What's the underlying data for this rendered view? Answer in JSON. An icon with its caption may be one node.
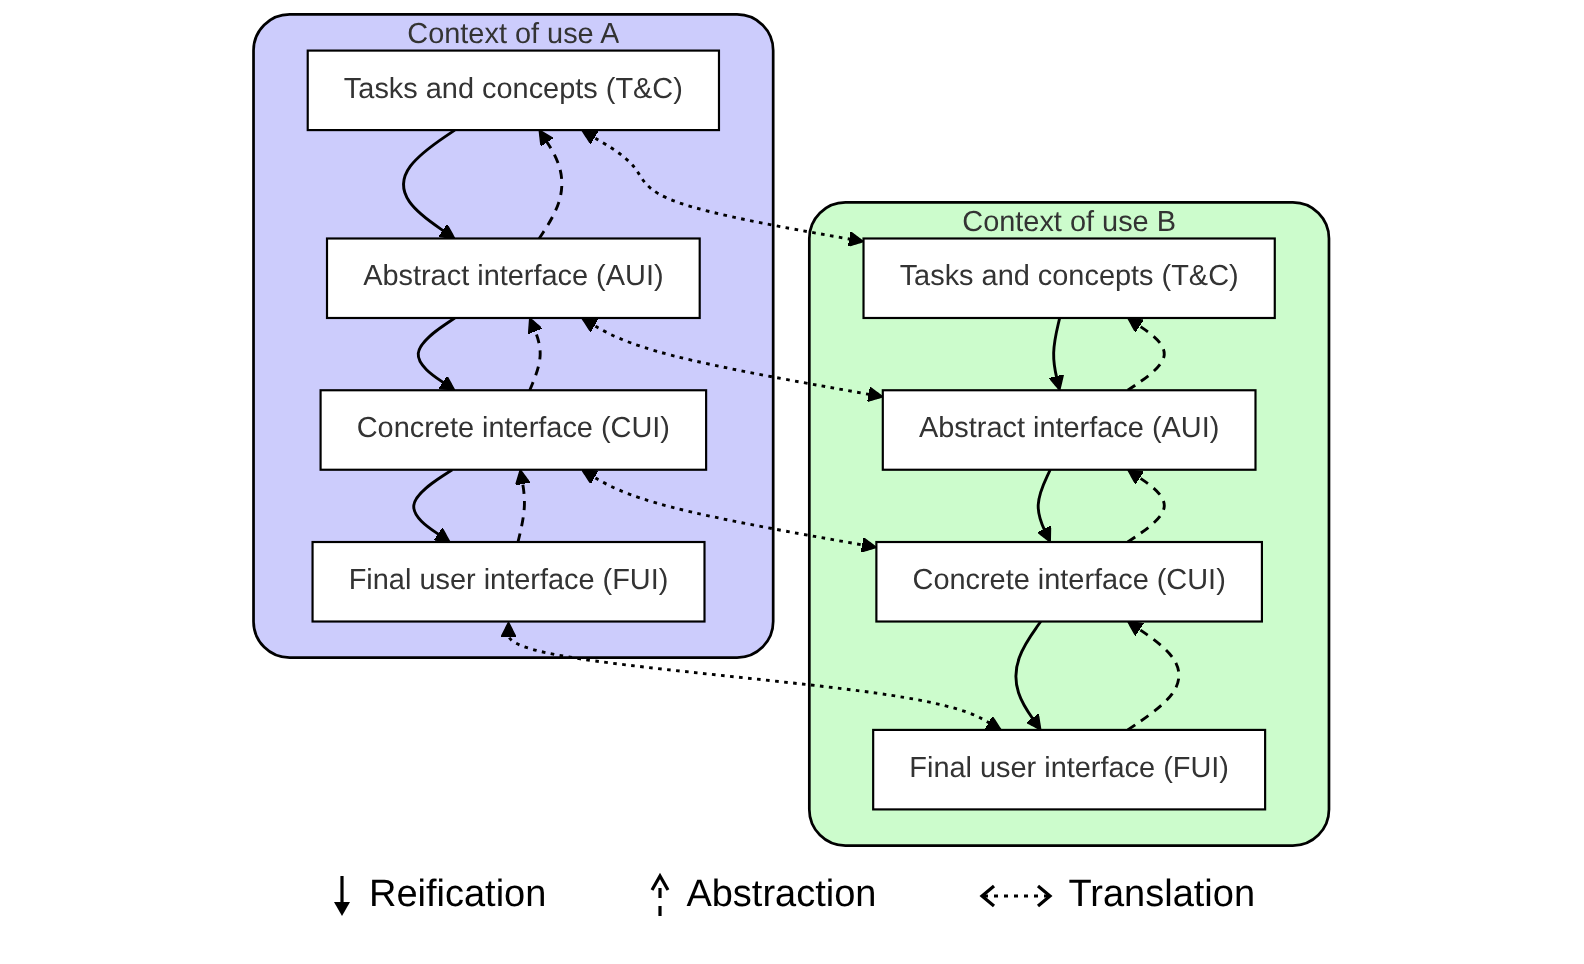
{
  "diagram": {
    "nodes": [
      {
        "text": [
          "Context of use A"
        ]
      },
      {
        "text": [
          "Tasks and concepts (T&C)"
        ],
        "in": 0
      },
      {
        "text": [
          "Abstract interface (AUI)"
        ],
        "in": 0
      },
      {
        "text": [
          "Concrete interface (CUI)"
        ],
        "in": 0
      },
      {
        "text": [
          "Final user interface (FUI)"
        ],
        "in": 0
      },
      {
        "text": [
          "Context of use B"
        ]
      },
      {
        "text": [
          "Tasks and concepts (T&C)"
        ],
        "in": 5
      },
      {
        "text": [
          "Abstract interface (AUI)"
        ],
        "in": 5
      },
      {
        "text": [
          "Concrete interface (CUI)"
        ],
        "in": 5
      },
      {
        "text": [
          "Final user interface (FUI)"
        ],
        "in": 5
      }
    ],
    "edges": [
      {
        "from": 1,
        "to": 6,
        "arrow": "both",
        "style": "dashed"
      },
      {
        "from": 2,
        "to": 7,
        "arrow": "both",
        "style": "dashed"
      },
      {
        "from": 3,
        "to": 8,
        "arrow": "both",
        "style": "dashed"
      },
      {
        "from": 4,
        "to": 9,
        "arrow": "both",
        "style": "dashed"
      },
      {
        "from": 1,
        "to": 2,
        "arrow": "to"
      },
      {
        "from": 2,
        "to": 1,
        "arrow": "to",
        "style": "dashed"
      },
      {
        "from": 2,
        "to": 3,
        "arrow": "to"
      },
      {
        "from": 3,
        "to": 2,
        "arrow": "to",
        "style": "dashed"
      },
      {
        "from": 3,
        "to": 4,
        "arrow": "to"
      },
      {
        "from": 4,
        "to": 3,
        "arrow": "to",
        "style": "dashed"
      },
      {
        "from": 6,
        "to": 7,
        "arrow": "to"
      },
      {
        "from": 7,
        "to": 6,
        "arrow": "to",
        "style": "dashed"
      },
      {
        "from": 7,
        "to": 8,
        "arrow": "to"
      },
      {
        "from": 8,
        "to": 7,
        "arrow": "to",
        "style": "dashed"
      },
      {
        "from": 8,
        "to": 9,
        "arrow": "to"
      },
      {
        "from": 9,
        "to": 8,
        "arrow": "to",
        "style": "dashed"
      }
    ],
    "legend": [
      {
        "text": "Reification"
      },
      {
        "text": "Abstraction"
      },
      {
        "text": "Translation"
      }
    ]
  }
}
